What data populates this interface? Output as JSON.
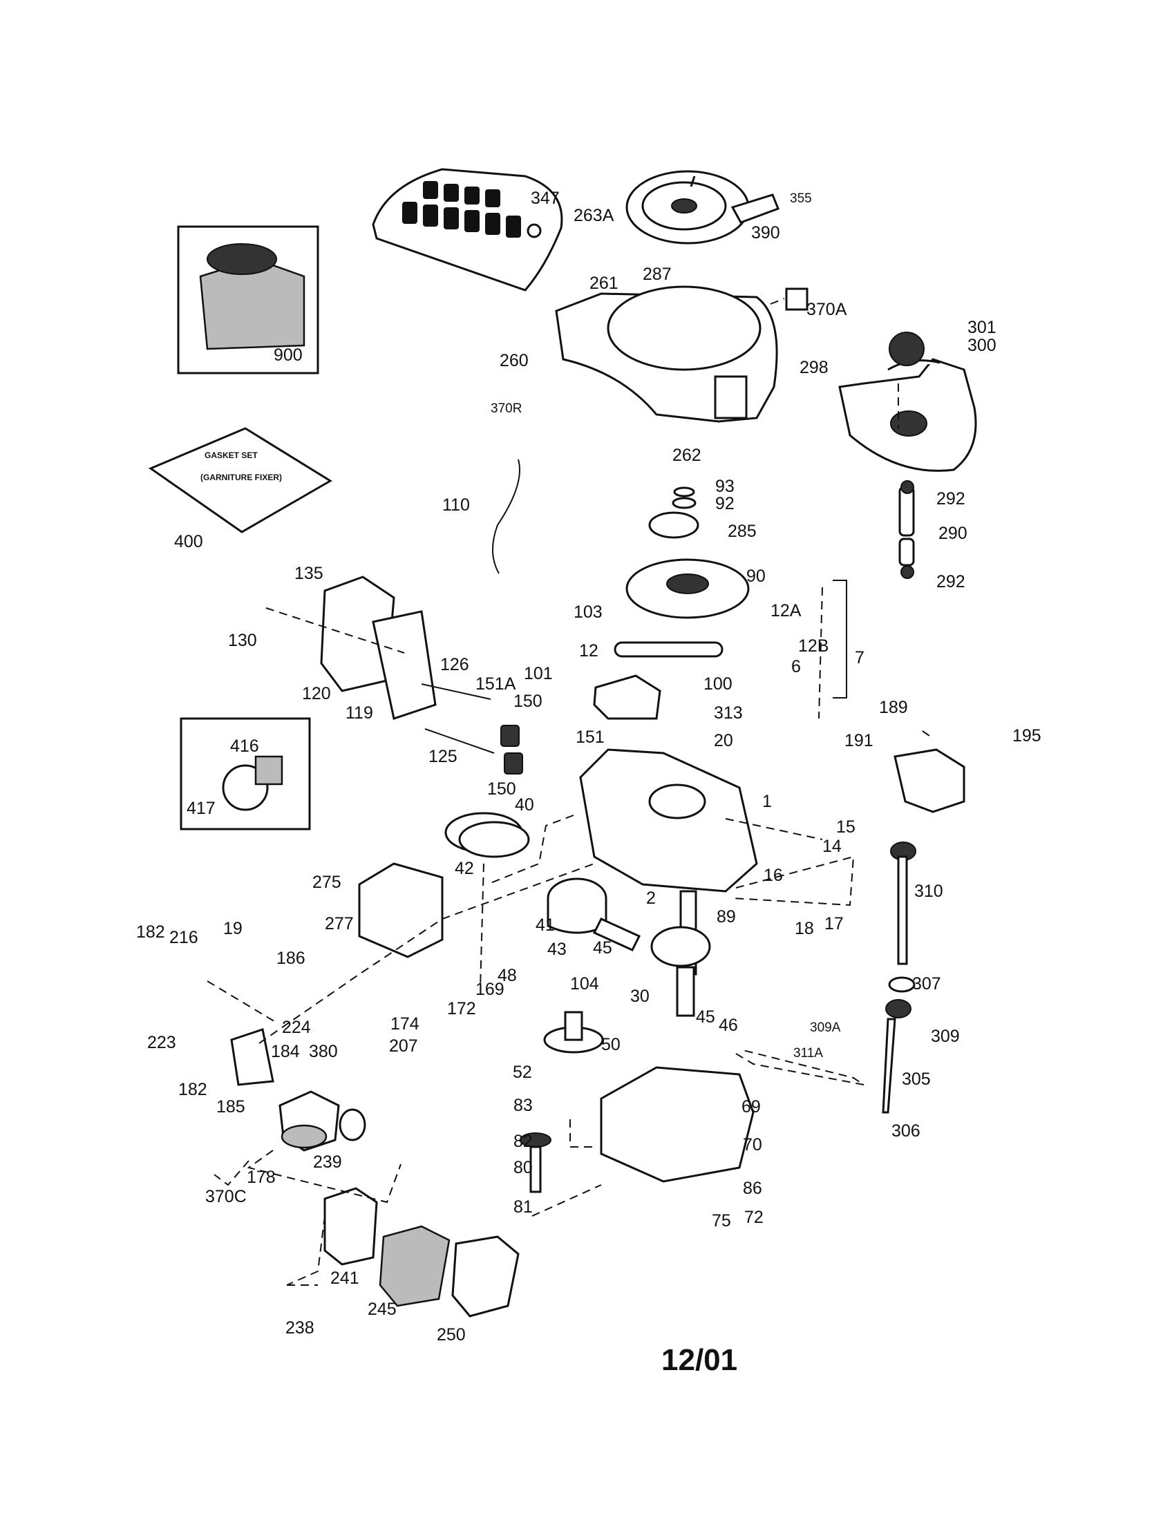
{
  "diagram": {
    "date_code": "12/01",
    "gasket_set": {
      "line1": "GASKET SET",
      "line2": "(GARNITURE FIXER)"
    },
    "part_numbers": {
      "p347": "347",
      "p355": "355",
      "p263A": "263A",
      "p390": "390",
      "p287": "287",
      "p261": "261",
      "p370A": "370A",
      "p260": "260",
      "p370R": "370R",
      "p262": "262",
      "p301": "301",
      "p300": "300",
      "p298": "298",
      "p292a": "292",
      "p290": "290",
      "p292b": "292",
      "p900": "900",
      "p400": "400",
      "p110": "110",
      "p93": "93",
      "p92": "92",
      "p285": "285",
      "p90": "90",
      "p135": "135",
      "p130": "130",
      "p120": "120",
      "p119": "119",
      "p103": "103",
      "p12A": "12A",
      "p12": "12",
      "p12B": "12B",
      "p6": "6",
      "p7": "7",
      "p126": "126",
      "p151A": "151A",
      "p101": "101",
      "p100": "100",
      "p150a": "150",
      "p313": "313",
      "p20": "20",
      "p125": "125",
      "p151": "151",
      "p150b": "150",
      "p40": "40",
      "p1": "1",
      "p189": "189",
      "p191": "191",
      "p195": "195",
      "p416": "416",
      "p417": "417",
      "p42": "42",
      "p15": "15",
      "p14": "14",
      "p275": "275",
      "p2": "2",
      "p16": "16",
      "p17": "17",
      "p18": "18",
      "p310": "310",
      "p89": "89",
      "p41": "41",
      "p43": "43",
      "p45a": "45",
      "p277": "277",
      "p182a": "182",
      "p216": "216",
      "p19": "19",
      "p186": "186",
      "p169": "169",
      "p172": "172",
      "p48": "48",
      "p104": "104",
      "p30": "30",
      "p45b": "45",
      "p46": "46",
      "p307": "307",
      "p174": "174",
      "p224": "224",
      "p223": "223",
      "p184": "184",
      "p380": "380",
      "p207": "207",
      "p50": "50",
      "p309A": "309A",
      "p309": "309",
      "p311A": "311A",
      "p182b": "182",
      "p185": "185",
      "p52": "52",
      "p305": "305",
      "p69": "69",
      "p83": "83",
      "p306": "306",
      "p239": "239",
      "p82": "82",
      "p70": "70",
      "p178": "178",
      "p370C": "370C",
      "p80": "80",
      "p86": "86",
      "p81": "81",
      "p75": "75",
      "p72": "72",
      "p241": "241",
      "p245": "245",
      "p238": "238",
      "p250": "250"
    }
  }
}
